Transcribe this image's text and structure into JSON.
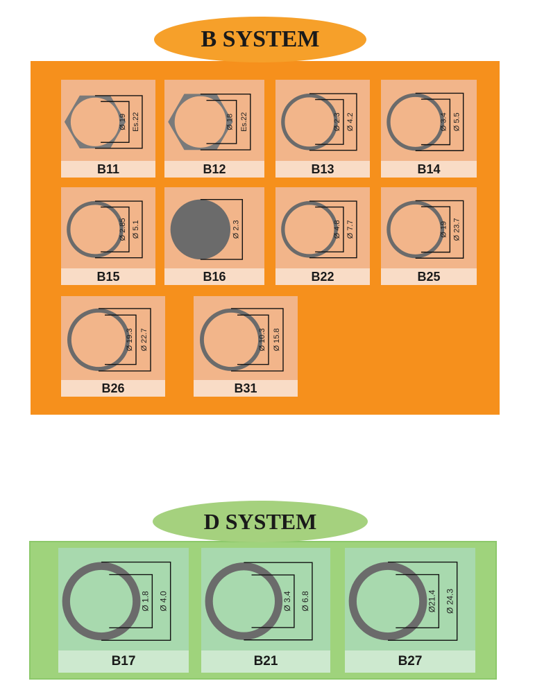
{
  "b_system": {
    "title": "B SYSTEM",
    "items": [
      {
        "label": "B11",
        "dims": [
          "Ø 19",
          "Es.22"
        ],
        "shape": "hex"
      },
      {
        "label": "B12",
        "dims": [
          "Ø 18",
          "Es.22"
        ],
        "shape": "hex"
      },
      {
        "label": "B13",
        "dims": [
          "Ø 2.3",
          "Ø 4.2"
        ],
        "shape": "ring"
      },
      {
        "label": "B14",
        "dims": [
          "Ø 3.4",
          "Ø 5.5"
        ],
        "shape": "ring"
      },
      {
        "label": "B15",
        "dims": [
          "Ø 2.85",
          "Ø 5.1"
        ],
        "shape": "ring"
      },
      {
        "label": "B16",
        "dims": [
          "Ø 2.3"
        ],
        "shape": "disc"
      },
      {
        "label": "B22",
        "dims": [
          "Ø 4.8",
          "Ø 7.7"
        ],
        "shape": "ring"
      },
      {
        "label": "B25",
        "dims": [
          "Ø 19",
          "Ø 23.7"
        ],
        "shape": "ring"
      },
      {
        "label": "B26",
        "dims": [
          "Ø 19.3",
          "Ø 22.7"
        ],
        "shape": "ring"
      },
      {
        "label": "B31",
        "dims": [
          "Ø 10.3",
          "Ø 15.8"
        ],
        "shape": "ring"
      }
    ]
  },
  "d_system": {
    "title": "D SYSTEM",
    "items": [
      {
        "label": "B17",
        "dims": [
          "Ø 1.8",
          "Ø 4.0"
        ],
        "shape": "ring"
      },
      {
        "label": "B21",
        "dims": [
          "Ø 3.4",
          "Ø 6.8"
        ],
        "shape": "ring"
      },
      {
        "label": "B27",
        "dims": [
          "Ø21.4",
          "Ø 24.3"
        ],
        "shape": "ring"
      }
    ]
  },
  "colors": {
    "b_panel": "#f6901c",
    "b_card": "#f2b58a",
    "d_panel": "#9fd37c",
    "d_card": "#a8d9ae",
    "ring": "#6b6b6b"
  }
}
